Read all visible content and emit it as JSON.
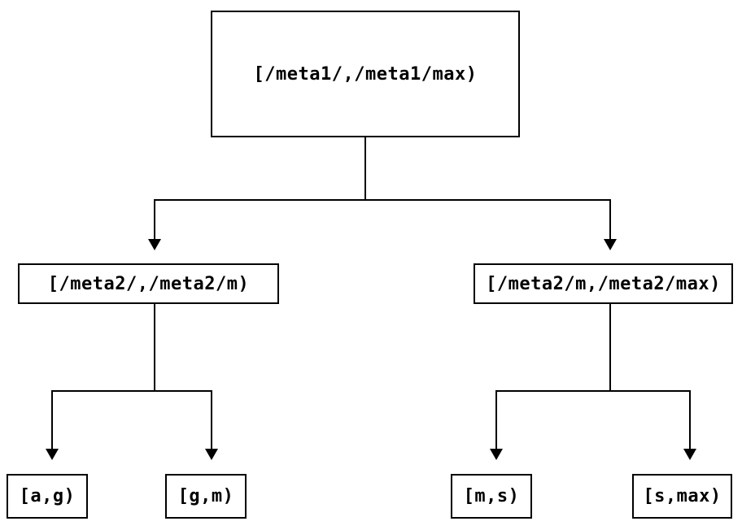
{
  "diagram": {
    "type": "binary-range-partition-tree",
    "colors": {
      "background": "#ffffff",
      "line": "#000000",
      "text": "#000000"
    },
    "root": {
      "label": "[/meta1/,/meta1/max)"
    },
    "children": [
      {
        "label": "[/meta2/,/meta2/m)"
      },
      {
        "label": "[/meta2/m,/meta2/max)"
      }
    ],
    "leaves": [
      {
        "label": "[a,g)"
      },
      {
        "label": "[g,m)"
      },
      {
        "label": "[m,s)"
      },
      {
        "label": "[s,max)"
      }
    ],
    "edges": [
      {
        "from": "root",
        "to": "children.0"
      },
      {
        "from": "root",
        "to": "children.1"
      },
      {
        "from": "children.0",
        "to": "leaves.0"
      },
      {
        "from": "children.0",
        "to": "leaves.1"
      },
      {
        "from": "children.1",
        "to": "leaves.2"
      },
      {
        "from": "children.1",
        "to": "leaves.3"
      }
    ]
  }
}
